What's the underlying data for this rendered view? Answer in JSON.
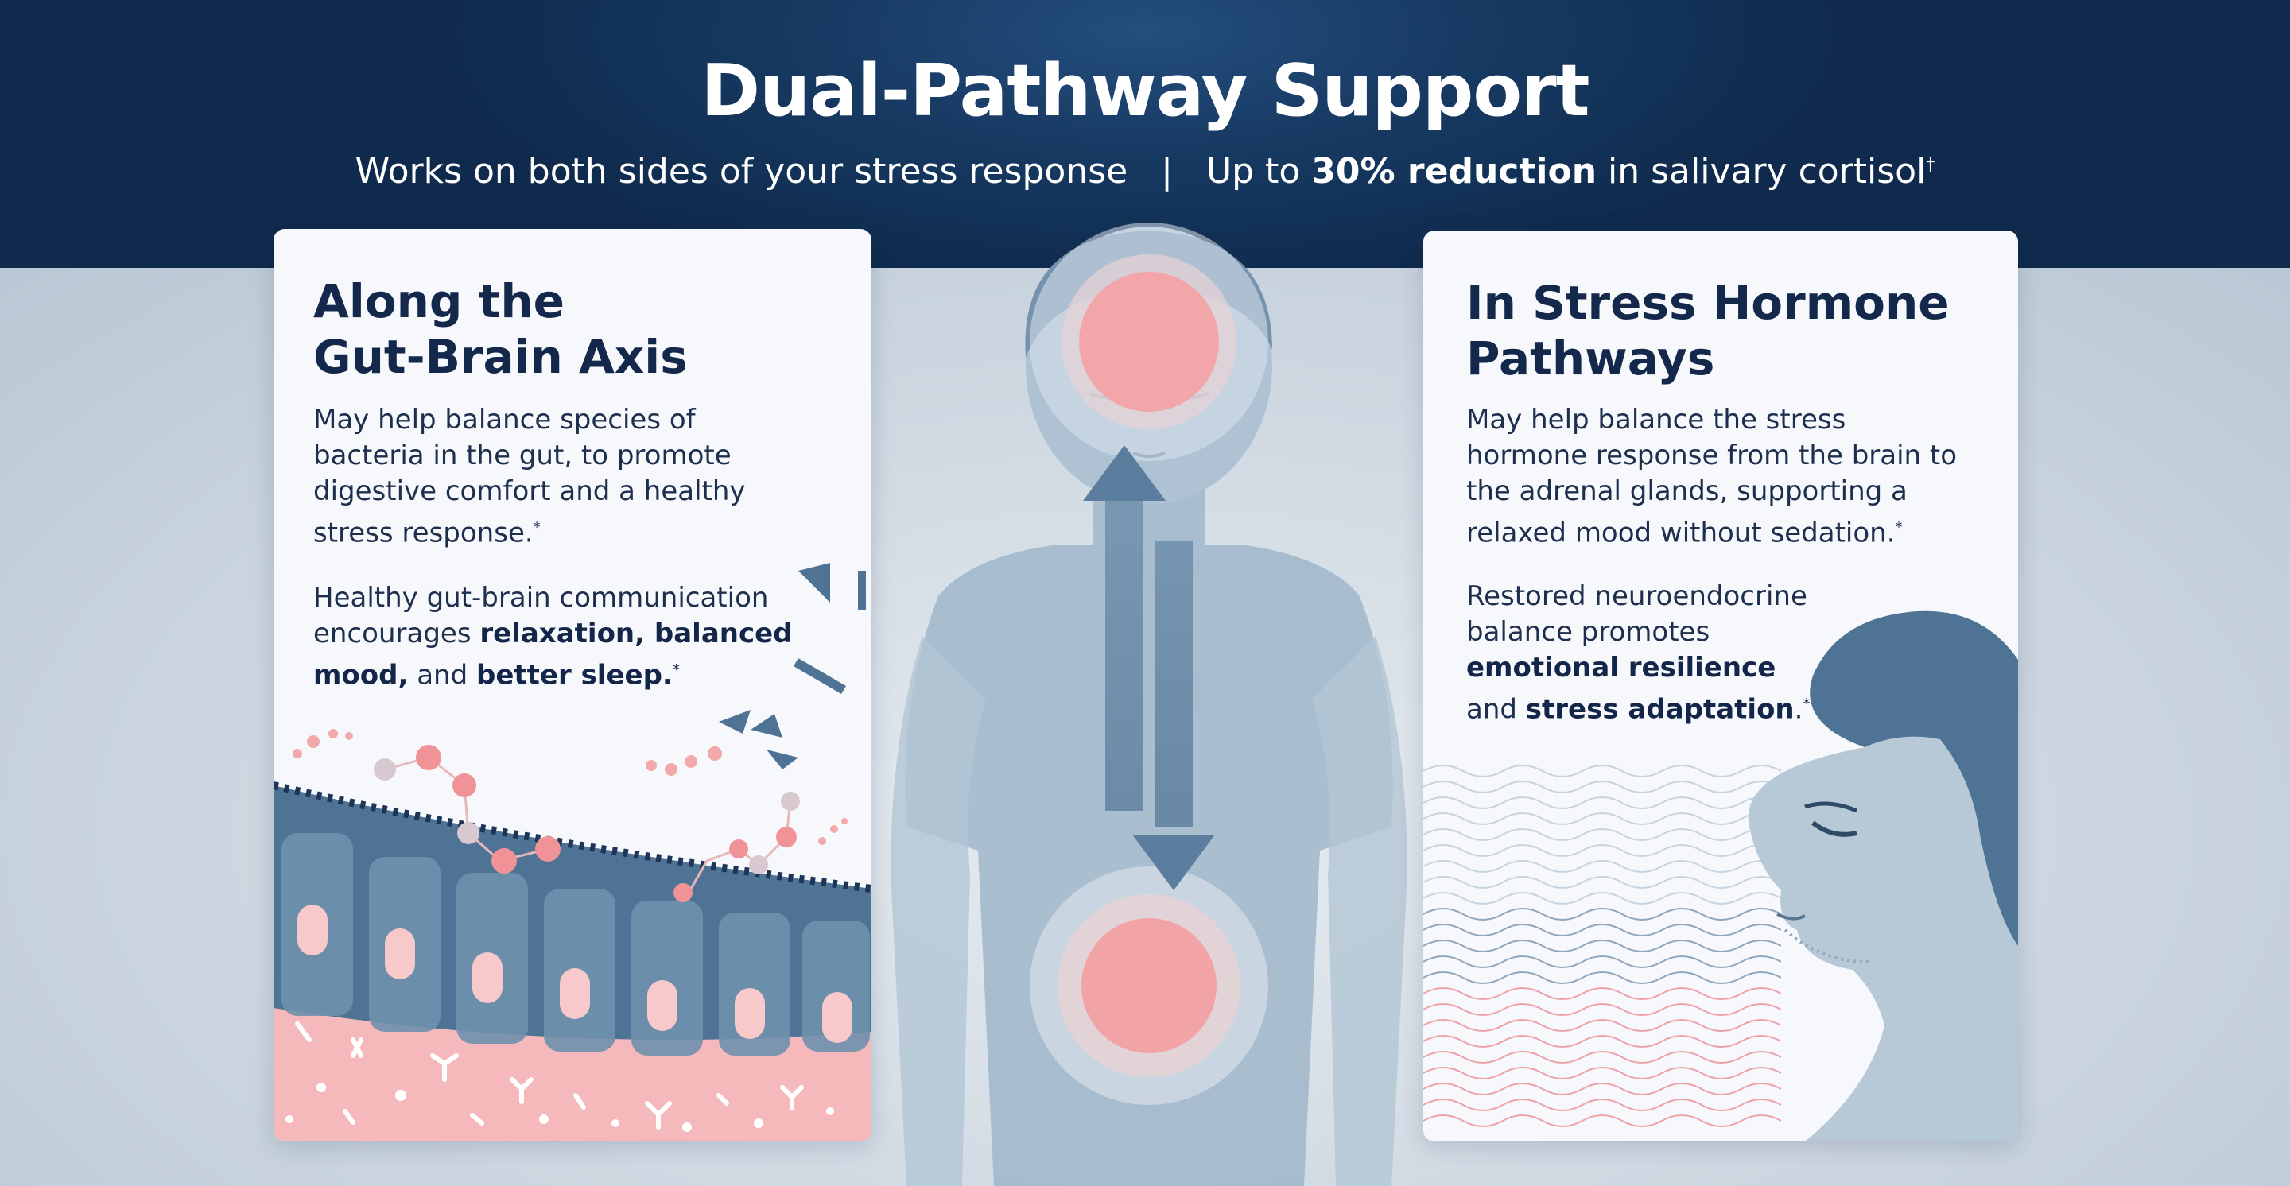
{
  "header": {
    "title": "Dual-Pathway Support",
    "subtitle_part1": "Works on both sides of your stress response",
    "divider": "|",
    "subtitle_part2": "Up to",
    "subtitle_emphasis": "30% reduction",
    "subtitle_part3": "in salivary cortisol",
    "subtitle_mark": "†"
  },
  "left_card": {
    "heading_line1": "Along the",
    "heading_line2": "Gut-Brain Axis",
    "para1": [
      "May help balance species of",
      "bacteria in the gut, to promote",
      "digestive comfort and a healthy",
      "stress response."
    ],
    "para1_mark": "*",
    "para2_line1": "Healthy gut-brain communication",
    "para2_line2_pre": "encourages",
    "para2_line2_bold": "relaxation, balanced",
    "para2_line3_bold": "mood,",
    "para2_line3_mid": "and",
    "para2_line3_bold2": "better sleep.",
    "para2_mark": "*"
  },
  "right_card": {
    "heading_line1": "In Stress Hormone",
    "heading_line2": "Pathways",
    "para1": [
      "May help balance the stress",
      "hormone response from the brain to",
      "the adrenal glands, supporting a",
      "relaxed mood without sedation."
    ],
    "para1_mark": "*",
    "para2_line1": "Restored neuroendocrine",
    "para2_line2": "balance promotes",
    "para2_line3_bold": "emotional resilience",
    "para2_line4_pre": "and",
    "para2_line4_bold": "stress adaptation",
    "para2_line4_post": ".",
    "para2_mark": "*"
  },
  "colors": {
    "header_navy": "#0f2a4c",
    "heading_text": "#14284b",
    "accent_pink": "#f2a3a6",
    "steel_blue": "#4d7394",
    "body_silhouette": "#9fb6c9"
  },
  "icons": [
    "brain-glow-icon",
    "gut-glow-icon",
    "bidirectional-arrow-icon",
    "intestinal-villi-illustration",
    "relaxed-face-profile-illustration",
    "wave-pattern"
  ]
}
